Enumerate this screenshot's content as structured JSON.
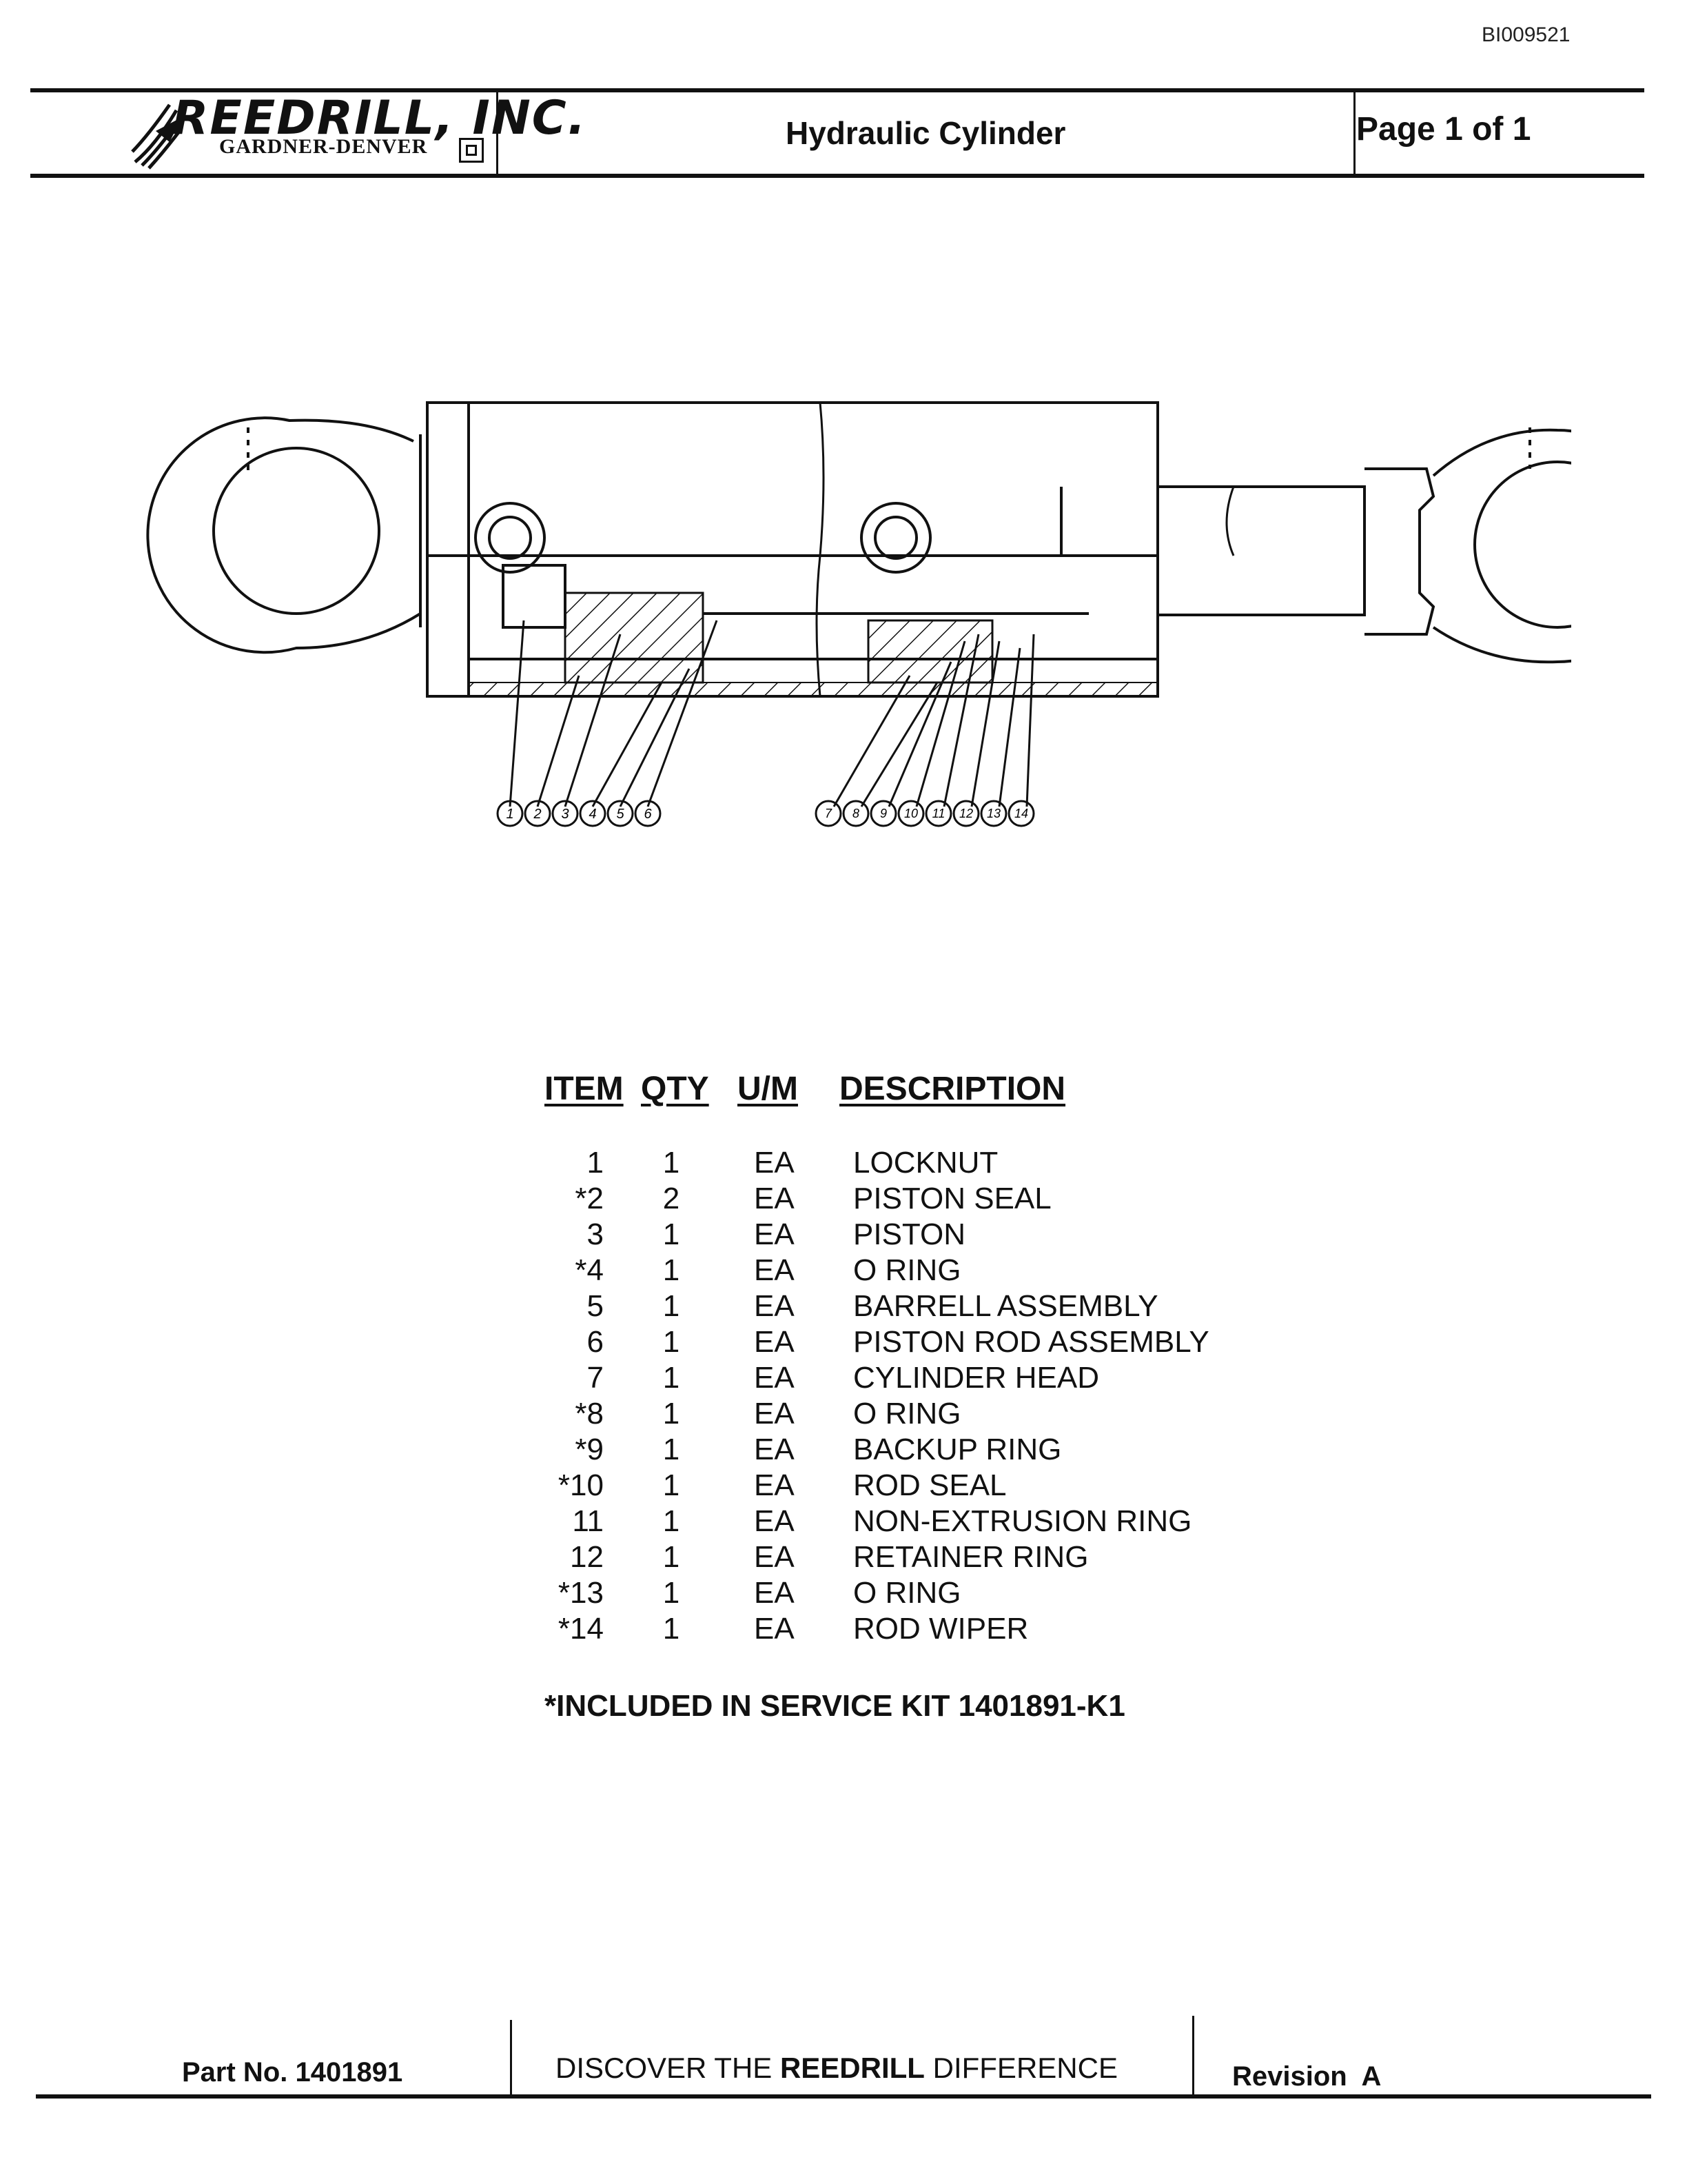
{
  "doc_id": "BI009521",
  "header": {
    "company_name": "REEDRILL, INC.",
    "company_sub": "GARDNER-DENVER",
    "title": "Hydraulic Cylinder",
    "page_label": "Page 1 of 1"
  },
  "diagram": {
    "callouts_left": [
      "1",
      "2",
      "3",
      "4",
      "5",
      "6"
    ],
    "callouts_right": [
      "7",
      "8",
      "9",
      "10",
      "11",
      "12",
      "13",
      "14"
    ]
  },
  "table": {
    "headers": {
      "item": "ITEM",
      "qty": "QTY",
      "um": "U/M",
      "description": "DESCRIPTION"
    },
    "rows": [
      {
        "item": "1",
        "qty": "1",
        "um": "EA",
        "description": "LOCKNUT"
      },
      {
        "item": "*2",
        "qty": "2",
        "um": "EA",
        "description": "PISTON SEAL"
      },
      {
        "item": "3",
        "qty": "1",
        "um": "EA",
        "description": "PISTON"
      },
      {
        "item": "*4",
        "qty": "1",
        "um": "EA",
        "description": "O RING"
      },
      {
        "item": "5",
        "qty": "1",
        "um": "EA",
        "description": "BARRELL ASSEMBLY"
      },
      {
        "item": "6",
        "qty": "1",
        "um": "EA",
        "description": "PISTON ROD ASSEMBLY"
      },
      {
        "item": "7",
        "qty": "1",
        "um": "EA",
        "description": "CYLINDER HEAD"
      },
      {
        "item": "*8",
        "qty": "1",
        "um": "EA",
        "description": "O RING"
      },
      {
        "item": "*9",
        "qty": "1",
        "um": "EA",
        "description": "BACKUP RING"
      },
      {
        "item": "*10",
        "qty": "1",
        "um": "EA",
        "description": "ROD SEAL"
      },
      {
        "item": "11",
        "qty": "1",
        "um": "EA",
        "description": "NON-EXTRUSION RING"
      },
      {
        "item": "12",
        "qty": "1",
        "um": "EA",
        "description": "RETAINER RING"
      },
      {
        "item": "*13",
        "qty": "1",
        "um": "EA",
        "description": "O RING"
      },
      {
        "item": "*14",
        "qty": "1",
        "um": "EA",
        "description": "ROD WIPER"
      }
    ],
    "kit_note": "*INCLUDED IN SERVICE KIT 1401891-K1"
  },
  "footer": {
    "part_no": "Part No. 1401891",
    "slogan_pre": "DISCOVER THE ",
    "slogan_brand": "REEDRILL",
    "slogan_post": " DIFFERENCE",
    "revision": "Revision  A"
  }
}
